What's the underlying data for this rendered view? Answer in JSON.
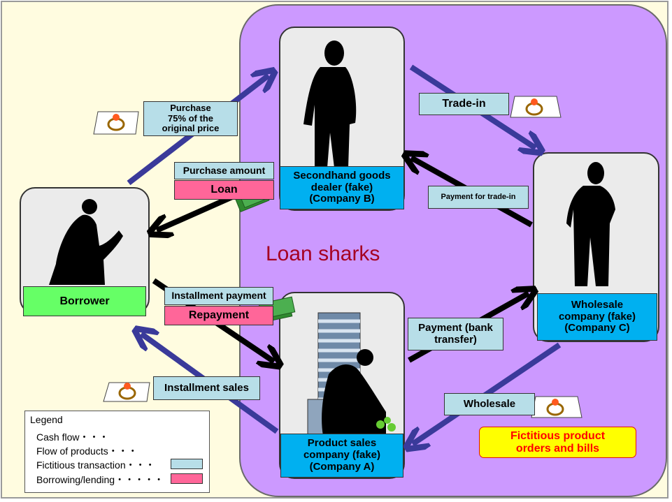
{
  "center_label": "Loan sharks",
  "borrower_label": "Borrower",
  "company_b_label": "Secondhand goods\ndealer (fake)\n(Company B)",
  "company_c_label": "Wholesale\ncompany (fake)\n(Company C)",
  "company_a_label": "Product sales\ncompany (fake)\n(Company A)",
  "tags": {
    "purchase": "Purchase\n75% of the\noriginal price",
    "purchase_amount": "Purchase amount",
    "loan": "Loan",
    "trade_in": "Trade-in",
    "payment_trade_in": "Payment for trade-in",
    "installment_payment": "Installment payment",
    "repayment": "Repayment",
    "payment_bank": "Payment (bank\ntransfer)",
    "installment_sales": "Installment sales",
    "wholesale": "Wholesale"
  },
  "callout": "Fictitious product\norders and bills",
  "legend": {
    "title": "Legend",
    "cash_flow": "Cash flow・・・",
    "flow_products": "Flow of products・・・",
    "fictitious": "Fictitious transaction・・・",
    "borrowing": "Borrowing/lending・・・・・"
  },
  "colors": {
    "cash_flow_arrow": "#000000",
    "product_arrow": "#3a3a9a",
    "fictitious_fill": "#b7dee8",
    "borrowing_fill": "#ff6699",
    "company_label_fill": "#00b0f0",
    "borrower_label_fill": "#66ff66",
    "loan_shark_area": "#cc99ff"
  }
}
